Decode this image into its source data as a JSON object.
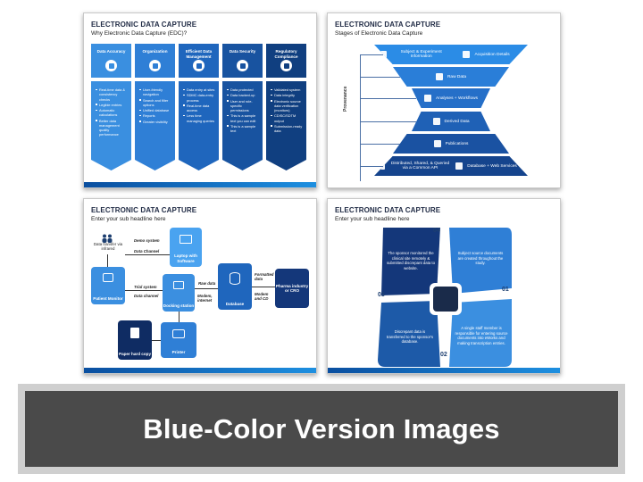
{
  "banner": {
    "text": "Blue-Color Version Images"
  },
  "slide1": {
    "title": "ELECTRONIC DATA CAPTURE",
    "subtitle": "Why Electronic Data Capture (EDC)?",
    "columns": [
      {
        "header": "Data Accuracy",
        "icon": "database-icon",
        "color": "#3a8fe0",
        "items": [
          "Real-time data & consistency checks",
          "Legible entries",
          "Automatic calculations",
          "Better data management quality performance"
        ]
      },
      {
        "header": "Organization",
        "icon": "building-icon",
        "color": "#2f7fd6",
        "items": [
          "User-friendly navigation",
          "Search and filter options",
          "Unified database",
          "Reports",
          "Greater visibility"
        ]
      },
      {
        "header": "Efficient Data Management",
        "icon": "gear-icon",
        "color": "#1f66bd",
        "items": [
          "Data entry at sites",
          "SDMC data-entry process",
          "Real-time data access",
          "Less time managing queries"
        ]
      },
      {
        "header": "Data Security",
        "icon": "lock-icon",
        "color": "#1853a0",
        "items": [
          "Data protected",
          "Data backed-up",
          "User and role-specific permissions",
          "This is a sample text you can edit",
          "This is a sample text"
        ]
      },
      {
        "header": "Regulatory Compliance",
        "icon": "document-icon",
        "color": "#103f80",
        "items": [
          "Validated system",
          "Data integrity",
          "Electronic source data verification (monitors)",
          "CDISC/SDTM output",
          "Submission-ready data"
        ]
      }
    ]
  },
  "slide2": {
    "title": "ELECTRONIC DATA CAPTURE",
    "subtitle": "Stages of Electronic Data Capture",
    "provenance": "Provenance",
    "top_left": "Subject & Experiment Information",
    "top_right": "Acquisition Details",
    "stages": [
      "Raw Data",
      "Analyses + Workflows",
      "Derived Data",
      "Publications"
    ],
    "bottom_left": "Distributed, Shared, & Queried via a Common API",
    "bottom_right": "Database + Web Services",
    "colors": [
      "#2b8ce6",
      "#2a7ed8",
      "#256fc8",
      "#1f61b6",
      "#1a52a2",
      "#15448d",
      "#103772"
    ]
  },
  "slide3": {
    "title": "ELECTRONIC DATA CAPTURE",
    "subtitle": "Enter your sub headline here",
    "data_transfer": "Data transfer via infrared",
    "demo_system": "Demo system",
    "data_channel_1": "Data Channel",
    "trial_system": "Trial system",
    "data_channel_2": "Data channel",
    "raw_data": "Raw data",
    "modem_internet": "Modem, internet",
    "formatted_data": "Formatted data",
    "modem_cd": "Modem and CD",
    "patient_monitor": "Patient Monitor",
    "laptop_software": "Laptop with Software",
    "docking_station": "Docking station",
    "database": "Database",
    "pharma": "Pharma industry or CRO",
    "paper_copy": "Paper hard copy",
    "printer": "Printer"
  },
  "slide4": {
    "title": "ELECTRONIC DATA CAPTURE",
    "subtitle": "Enter your sub headline here",
    "numbers": [
      "01",
      "02",
      "03",
      "04"
    ],
    "q01": "Subject source documents are created throughout the study.",
    "q02": "A single staff member is responsible for entering source documents into eWorks and making transcription entries.",
    "q03": "Discrepant data is transferred to the sponsor's database.",
    "q04": "The sponsor monitored the clinical site remotely & submitted discrepant data to website."
  }
}
